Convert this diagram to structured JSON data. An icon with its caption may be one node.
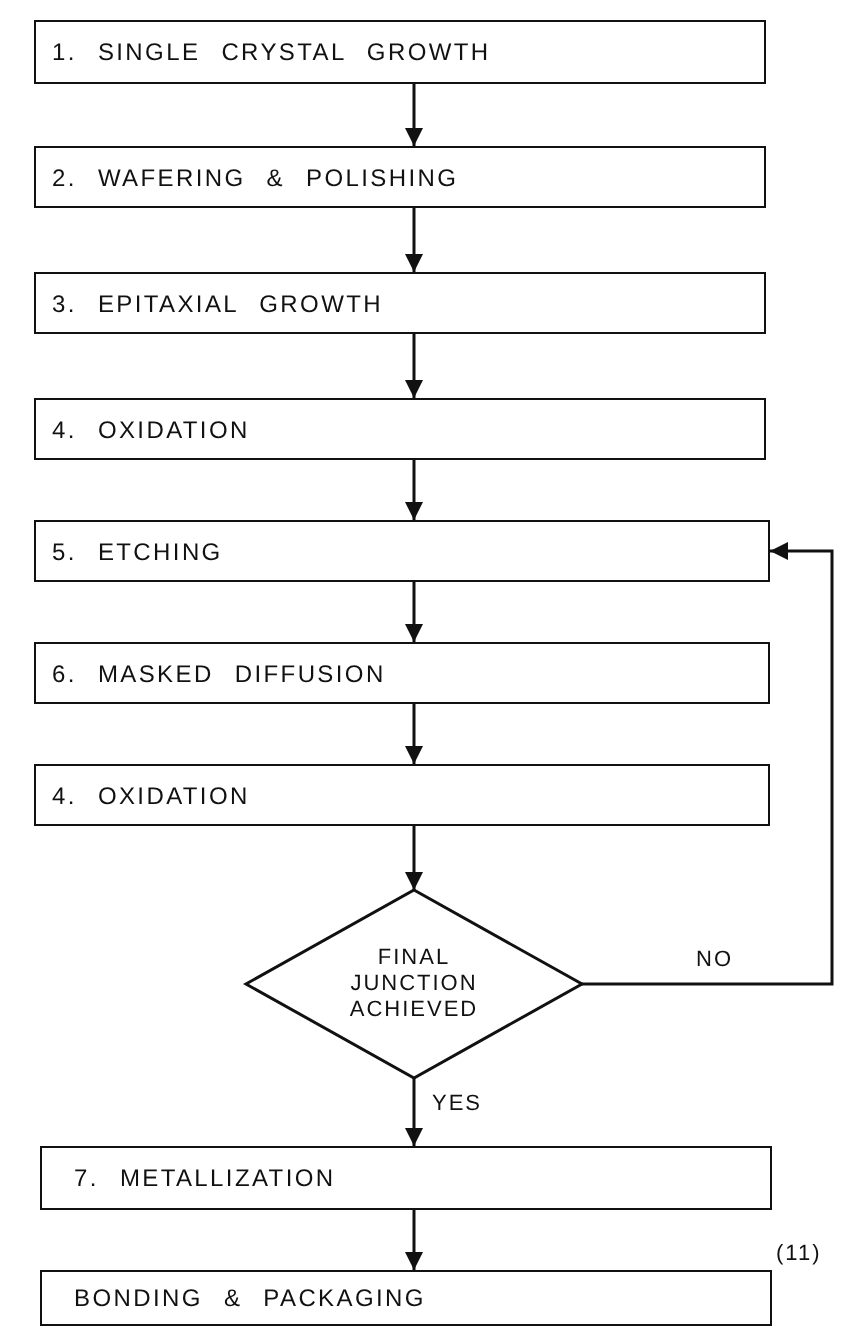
{
  "diagram": {
    "nodes": [
      {
        "text": [
          "1. SINGLE CRYSTAL GROWTH"
        ]
      },
      {
        "text": [
          "2. WAFERING & POLISHING"
        ]
      },
      {
        "text": [
          "3. EPITAXIAL GROWTH"
        ]
      },
      {
        "text": [
          "4. OXIDATION"
        ]
      },
      {
        "text": [
          "5. ETCHING"
        ]
      },
      {
        "text": [
          "6. MASKED DIFFUSION"
        ]
      },
      {
        "text": [
          "4. OXIDATION"
        ]
      },
      {
        "text": [
          "FINAL JUNCTION ACHIEVED"
        ]
      },
      {
        "text": [
          "7. METALLIZATION"
        ]
      },
      {
        "text": [
          "BONDING & PACKAGING"
        ]
      }
    ],
    "edges": [
      {
        "from": 0,
        "to": 1,
        "arrow": "to"
      },
      {
        "from": 1,
        "to": 2,
        "arrow": "to"
      },
      {
        "from": 2,
        "to": 3,
        "arrow": "to"
      },
      {
        "from": 3,
        "to": 4,
        "arrow": "to"
      },
      {
        "from": 4,
        "to": 5,
        "arrow": "to"
      },
      {
        "from": 5,
        "to": 6,
        "arrow": "to"
      },
      {
        "from": 6,
        "to": 7,
        "arrow": "to"
      },
      {
        "from": 7,
        "to": 8,
        "arrow": "to",
        "label": "YES"
      },
      {
        "from": 7,
        "to": 4,
        "arrow": "to",
        "label": "NO"
      },
      {
        "from": 8,
        "to": 9,
        "arrow": "to"
      }
    ],
    "labels": [
      "(11)"
    ]
  }
}
